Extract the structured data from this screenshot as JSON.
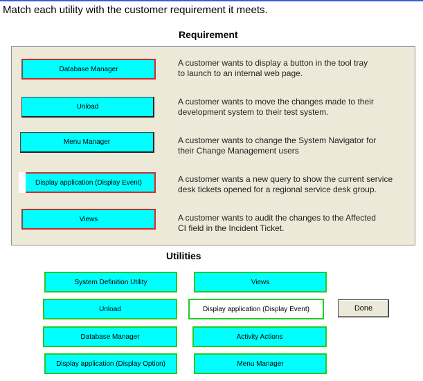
{
  "instruction": "Match each utility with the customer requirement it meets.",
  "requirement_heading": "Requirement",
  "utilities_heading": "Utilities",
  "requirements": [
    {
      "slot": "Database Manager",
      "line1": "A customer wants to display a button in the tool tray",
      "line2": "to launch to an internal web page."
    },
    {
      "slot": "Unload",
      "line1": "A customer wants to move the changes made to their",
      "line2": "development system to their test system."
    },
    {
      "slot": "Menu Manager",
      "line1": "A customer wants to change the System Navigator for",
      "line2": "their Change Management users"
    },
    {
      "slot": "Display application (Display Event)",
      "line1": "A customer wants a new query to show the current service",
      "line2": "desk tickets opened for a regional service desk group."
    },
    {
      "slot": "Views",
      "line1": "A customer wants to audit the changes to the Affected",
      "line2": "CI field in the Incident Ticket."
    }
  ],
  "utilities": [
    "System Definition Utility",
    "Views",
    "Unload",
    "Display application (Display Event)",
    "Database Manager",
    "Activity Actions",
    "Display application (Display Option)",
    "Menu Manager"
  ],
  "done_label": "Done",
  "colors": {
    "slot_fill": "#00ffff",
    "utility_border": "#22cc22",
    "slot_border": "#d42a2a",
    "panel": "#ece9d8"
  }
}
